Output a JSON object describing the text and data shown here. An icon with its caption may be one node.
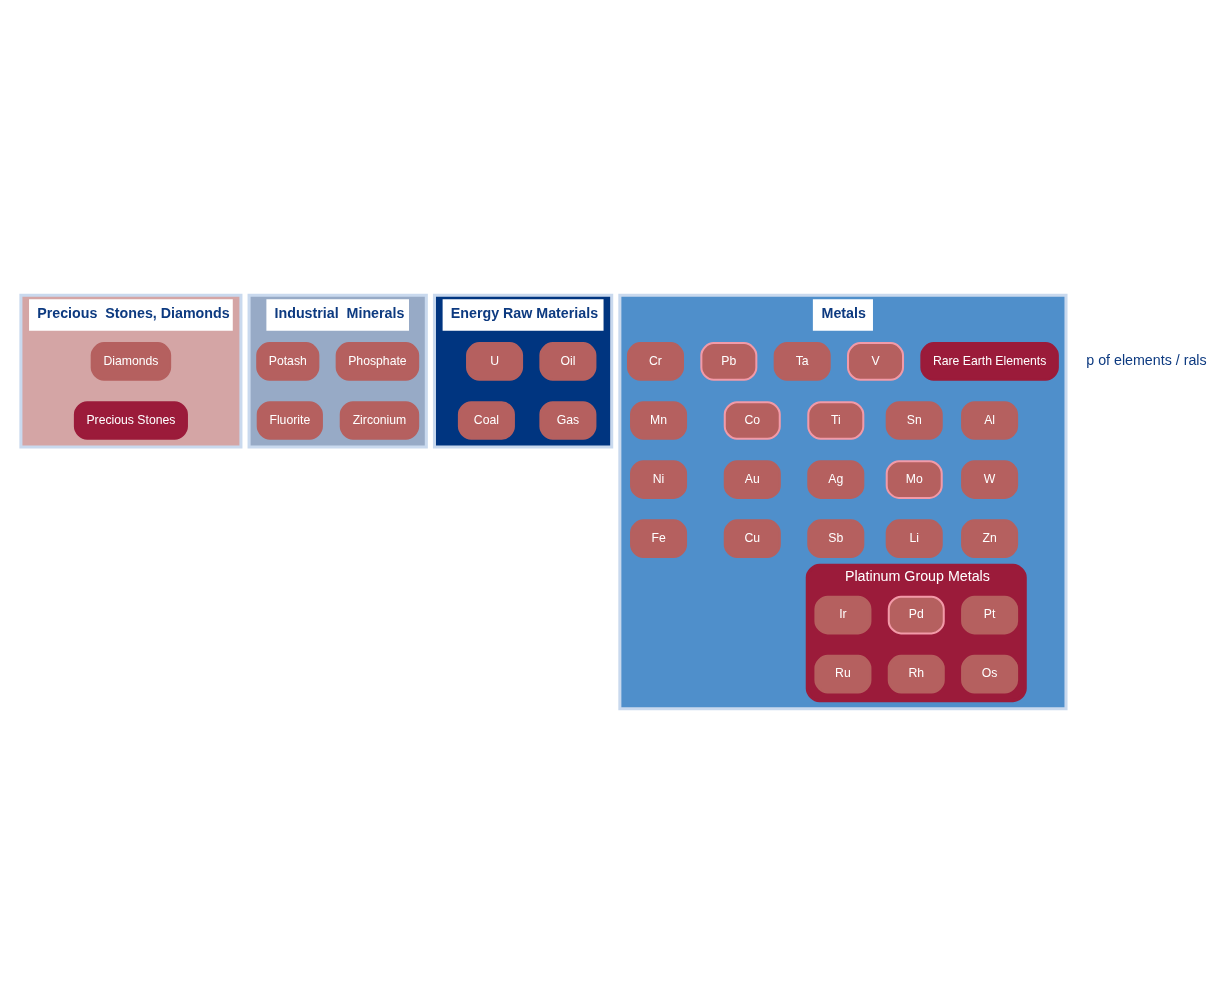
{
  "diagram": {
    "nodes": [
      {
        "text": [
          "Precious  Stones, Diamonds"
        ]
      },
      {
        "text": [
          "Diamonds"
        ],
        "in": 0
      },
      {
        "text": [
          "Precious Stones"
        ],
        "in": 0
      },
      {
        "text": [
          "Industrial  Minerals"
        ]
      },
      {
        "text": [
          "Phosphate"
        ],
        "in": 3
      },
      {
        "text": [
          "Potash"
        ],
        "in": 3
      },
      {
        "text": [
          "Zirconium"
        ],
        "in": 3
      },
      {
        "text": [
          "Fluorite"
        ],
        "in": 3
      },
      {
        "text": [
          "Energy Raw Materials"
        ]
      },
      {
        "text": [
          "Oil"
        ],
        "in": 8
      },
      {
        "text": [
          "U"
        ],
        "in": 8
      },
      {
        "text": [
          "Gas"
        ],
        "in": 8
      },
      {
        "text": [
          "Coal"
        ],
        "in": 8
      },
      {
        "text": [
          "Metals"
        ]
      },
      {
        "text": [
          "Rare Earth Elements"
        ],
        "in": 13
      },
      {
        "text": [
          "V"
        ],
        "in": 13
      },
      {
        "text": [
          "Ta"
        ],
        "in": 13
      },
      {
        "text": [
          "Pb"
        ],
        "in": 13
      },
      {
        "text": [
          "Cr"
        ],
        "in": 13
      },
      {
        "text": [
          "Al"
        ],
        "in": 13
      },
      {
        "text": [
          "Sn"
        ],
        "in": 13
      },
      {
        "text": [
          "Ti"
        ],
        "in": 13
      },
      {
        "text": [
          "Co"
        ],
        "in": 13
      },
      {
        "text": [
          "Mn"
        ],
        "in": 13
      },
      {
        "text": [
          "W"
        ],
        "in": 13
      },
      {
        "text": [
          "Mo"
        ],
        "in": 13
      },
      {
        "text": [
          "Ag"
        ],
        "in": 13
      },
      {
        "text": [
          "Au"
        ],
        "in": 13
      },
      {
        "text": [
          "Ni"
        ],
        "in": 13
      },
      {
        "text": [
          "Zn"
        ],
        "in": 13
      },
      {
        "text": [
          "Li"
        ],
        "in": 13
      },
      {
        "text": [
          "Sb"
        ],
        "in": 13
      },
      {
        "text": [
          "Cu"
        ],
        "in": 13
      },
      {
        "text": [
          "Fe"
        ],
        "in": 13
      },
      {
        "text": [
          "Platinum Group Metals"
        ],
        "in": 13
      },
      {
        "text": [
          "Pt"
        ],
        "in": 34
      },
      {
        "text": [
          "Pd"
        ],
        "in": 34
      },
      {
        "text": [
          "Ir"
        ],
        "in": 34
      },
      {
        "text": [
          "Os"
        ],
        "in": 34
      },
      {
        "text": [
          "Rh"
        ],
        "in": 34
      },
      {
        "text": [
          "Ru"
        ],
        "in": 34
      }
    ],
    "edges": [],
    "labels": [
      "p of elements / rals"
    ]
  }
}
